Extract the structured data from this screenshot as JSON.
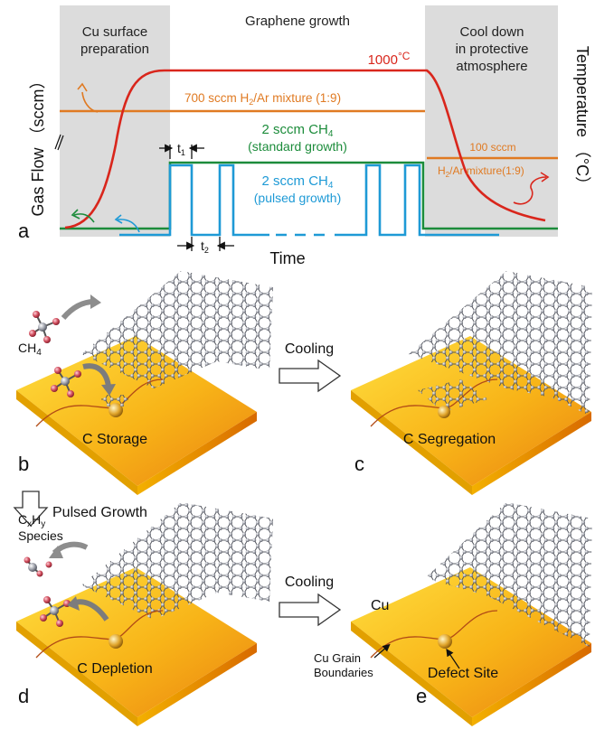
{
  "panel_a": {
    "letter": "a",
    "zones": {
      "left": [
        "Cu surface",
        "preparation"
      ],
      "middle": "Graphene growth",
      "right": [
        "Cool down",
        "in protective",
        "atmosphere"
      ]
    },
    "temperature_label": "1000",
    "temperature_unit": "°C",
    "ar_flow": "700 sccm   H",
    "ar_flow_sub": "2",
    "ar_flow_tail": "/Ar mixture  (1:9)",
    "ch4_standard": [
      "2 sccm CH",
      "4",
      "(standard growth)"
    ],
    "ch4_pulsed": [
      "2 sccm CH",
      "4",
      "(pulsed growth)"
    ],
    "t1": "t",
    "t1_sub": "1",
    "t2": "t",
    "t2_sub": "2",
    "cool_flow": "100 sccm",
    "cool_mix": "H",
    "cool_mix_sub": "2",
    "cool_mix_tail": "/Ar mixture(1:9)",
    "y_left": "Gas Flow （sccm）",
    "y_right": "Temperature （°C）",
    "x_label": "Time",
    "colors": {
      "bg": "#dcdcdc",
      "red": "#d9261c",
      "orange": "#e07a22",
      "green": "#1c8c3b",
      "blue": "#1e9ad6"
    }
  },
  "panel_b": {
    "letter": "b",
    "label": "C Storage",
    "ch4": "CH",
    "ch4_sub": "4"
  },
  "panel_c": {
    "letter": "c",
    "label": "C Segregation"
  },
  "panel_d": {
    "letter": "d",
    "label": "C Depletion",
    "species": [
      "C",
      "x",
      "H",
      "y",
      "Species"
    ]
  },
  "panel_e": {
    "letter": "e",
    "label": "Defect Site",
    "cu": "Cu",
    "grain": [
      "Cu Grain",
      "Boundaries"
    ]
  },
  "arrows": {
    "cooling_1": "Cooling",
    "cooling_2": "Cooling",
    "pulsed": "Pulsed Growth"
  }
}
